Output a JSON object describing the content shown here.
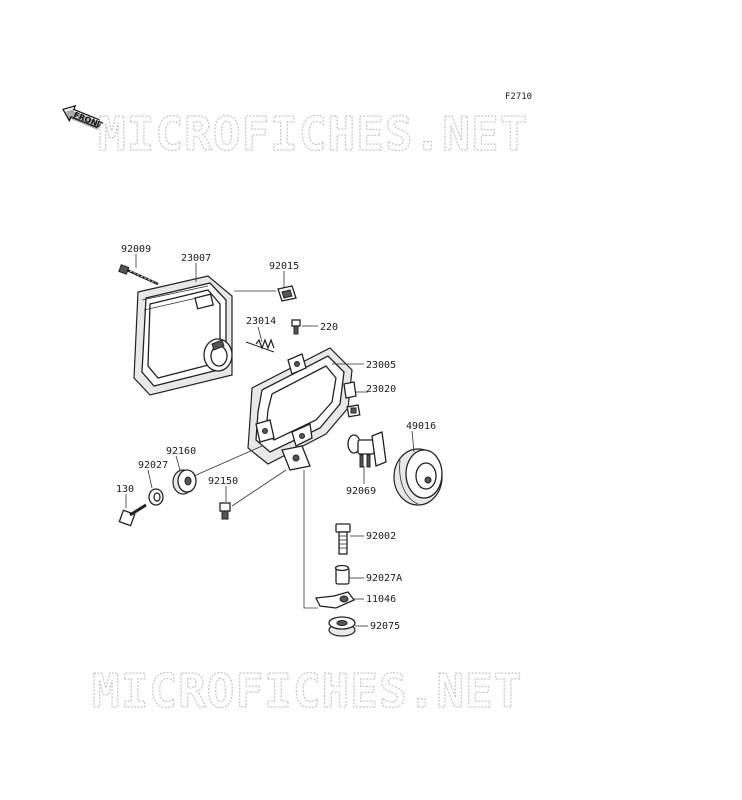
{
  "figure_code": "F2710",
  "front_marker": "FRONT",
  "watermark_top": "MICROFICHES.NET",
  "watermark_bottom": "MICROFICHES.NET",
  "part_labels": {
    "p92009": "92009",
    "p23007": "23007",
    "p92015": "92015",
    "p23014": "23014",
    "p220": "220",
    "p23005": "23005",
    "p23020": "23020",
    "p49016": "49016",
    "p92160": "92160",
    "p92027": "92027",
    "p130": "130",
    "p92150": "92150",
    "p92069": "92069",
    "p92002": "92002",
    "p92027A": "92027A",
    "p11046": "11046",
    "p92075": "92075"
  }
}
